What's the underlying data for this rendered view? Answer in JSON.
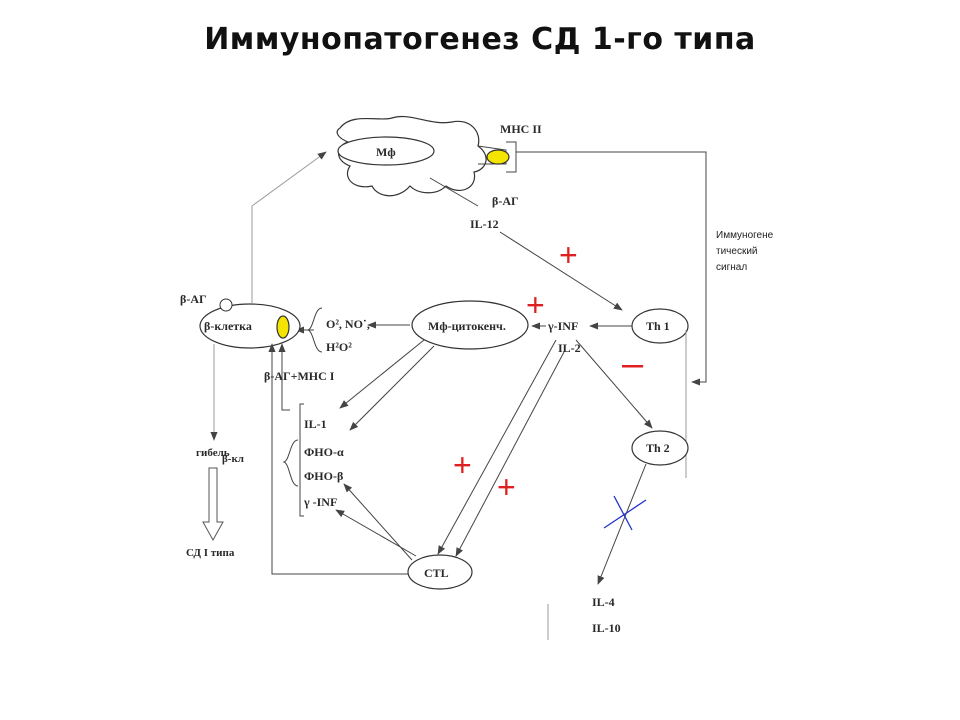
{
  "title": "Иммунопатогенез СД 1-го типа",
  "colors": {
    "plus": "#e02020",
    "minus": "#e02020",
    "block": "#2233cc",
    "receptor": "#f5e400"
  },
  "nodes": {
    "macrophage": "Мф",
    "mhc2": "MHC II",
    "beta_ag_top": "β-АГ",
    "il12": "IL-12",
    "mf_cytokines": "Мф-цитокенч.",
    "th1": "Th 1",
    "th2": "Th 2",
    "ctl": "CTL",
    "beta_cell": "β-клетка",
    "beta_ag_left": "β-АГ",
    "beta_ag_mhc1": "β-АГ+MHC I",
    "death": "гибель",
    "beta_kl": "β-кл",
    "diabetes": "СД  I типа",
    "gamma_inf": "γ-INF",
    "il2": "IL-2",
    "il4": "IL-4",
    "il10": "IL-10"
  },
  "radicals": [
    "O², NO˙,",
    "H²O²"
  ],
  "cytokines_list": [
    "IL-1",
    "ФНО-α",
    "ФНО-β",
    "γ -INF"
  ],
  "immunogenic_signal": [
    "Иммуногене",
    "тический",
    "сигнал"
  ],
  "signs": {
    "plus": "+",
    "minus": "–"
  }
}
